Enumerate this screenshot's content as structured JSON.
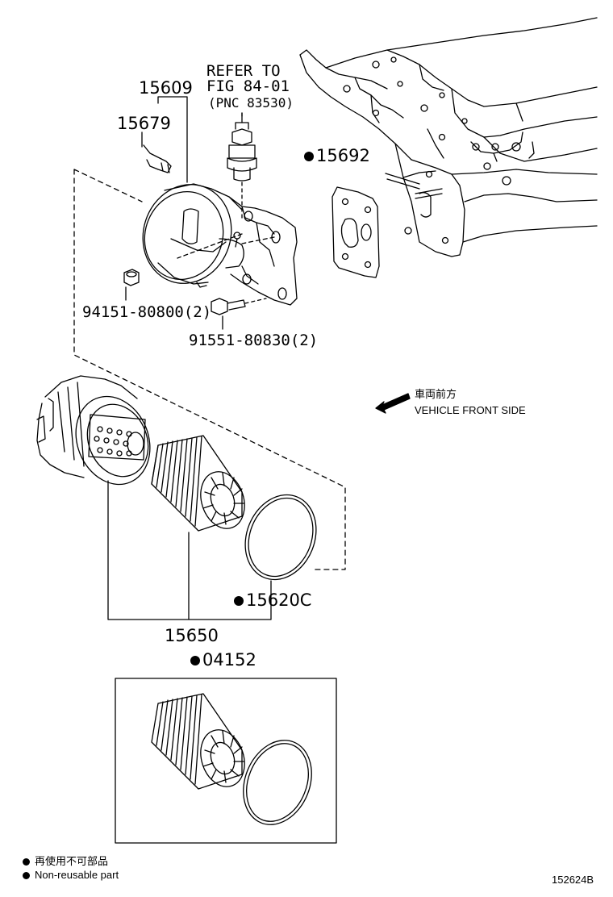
{
  "refer": {
    "line1": "REFER TO",
    "line2": "FIG 84-01",
    "line3": "(PNC 83530)"
  },
  "parts": {
    "p15609": "15609",
    "p15679": "15679",
    "p15692": "15692",
    "p94151": "94151-80800(2)",
    "p91551": "91551-80830(2)",
    "p15620C": "15620C",
    "p15650": "15650",
    "p04152": "04152"
  },
  "direction": {
    "japanese": "車両前方",
    "english": "VEHICLE FRONT SIDE"
  },
  "legend": {
    "japanese": "再使用不可部品",
    "english": "Non-reusable part"
  },
  "figure_id": "152624B"
}
